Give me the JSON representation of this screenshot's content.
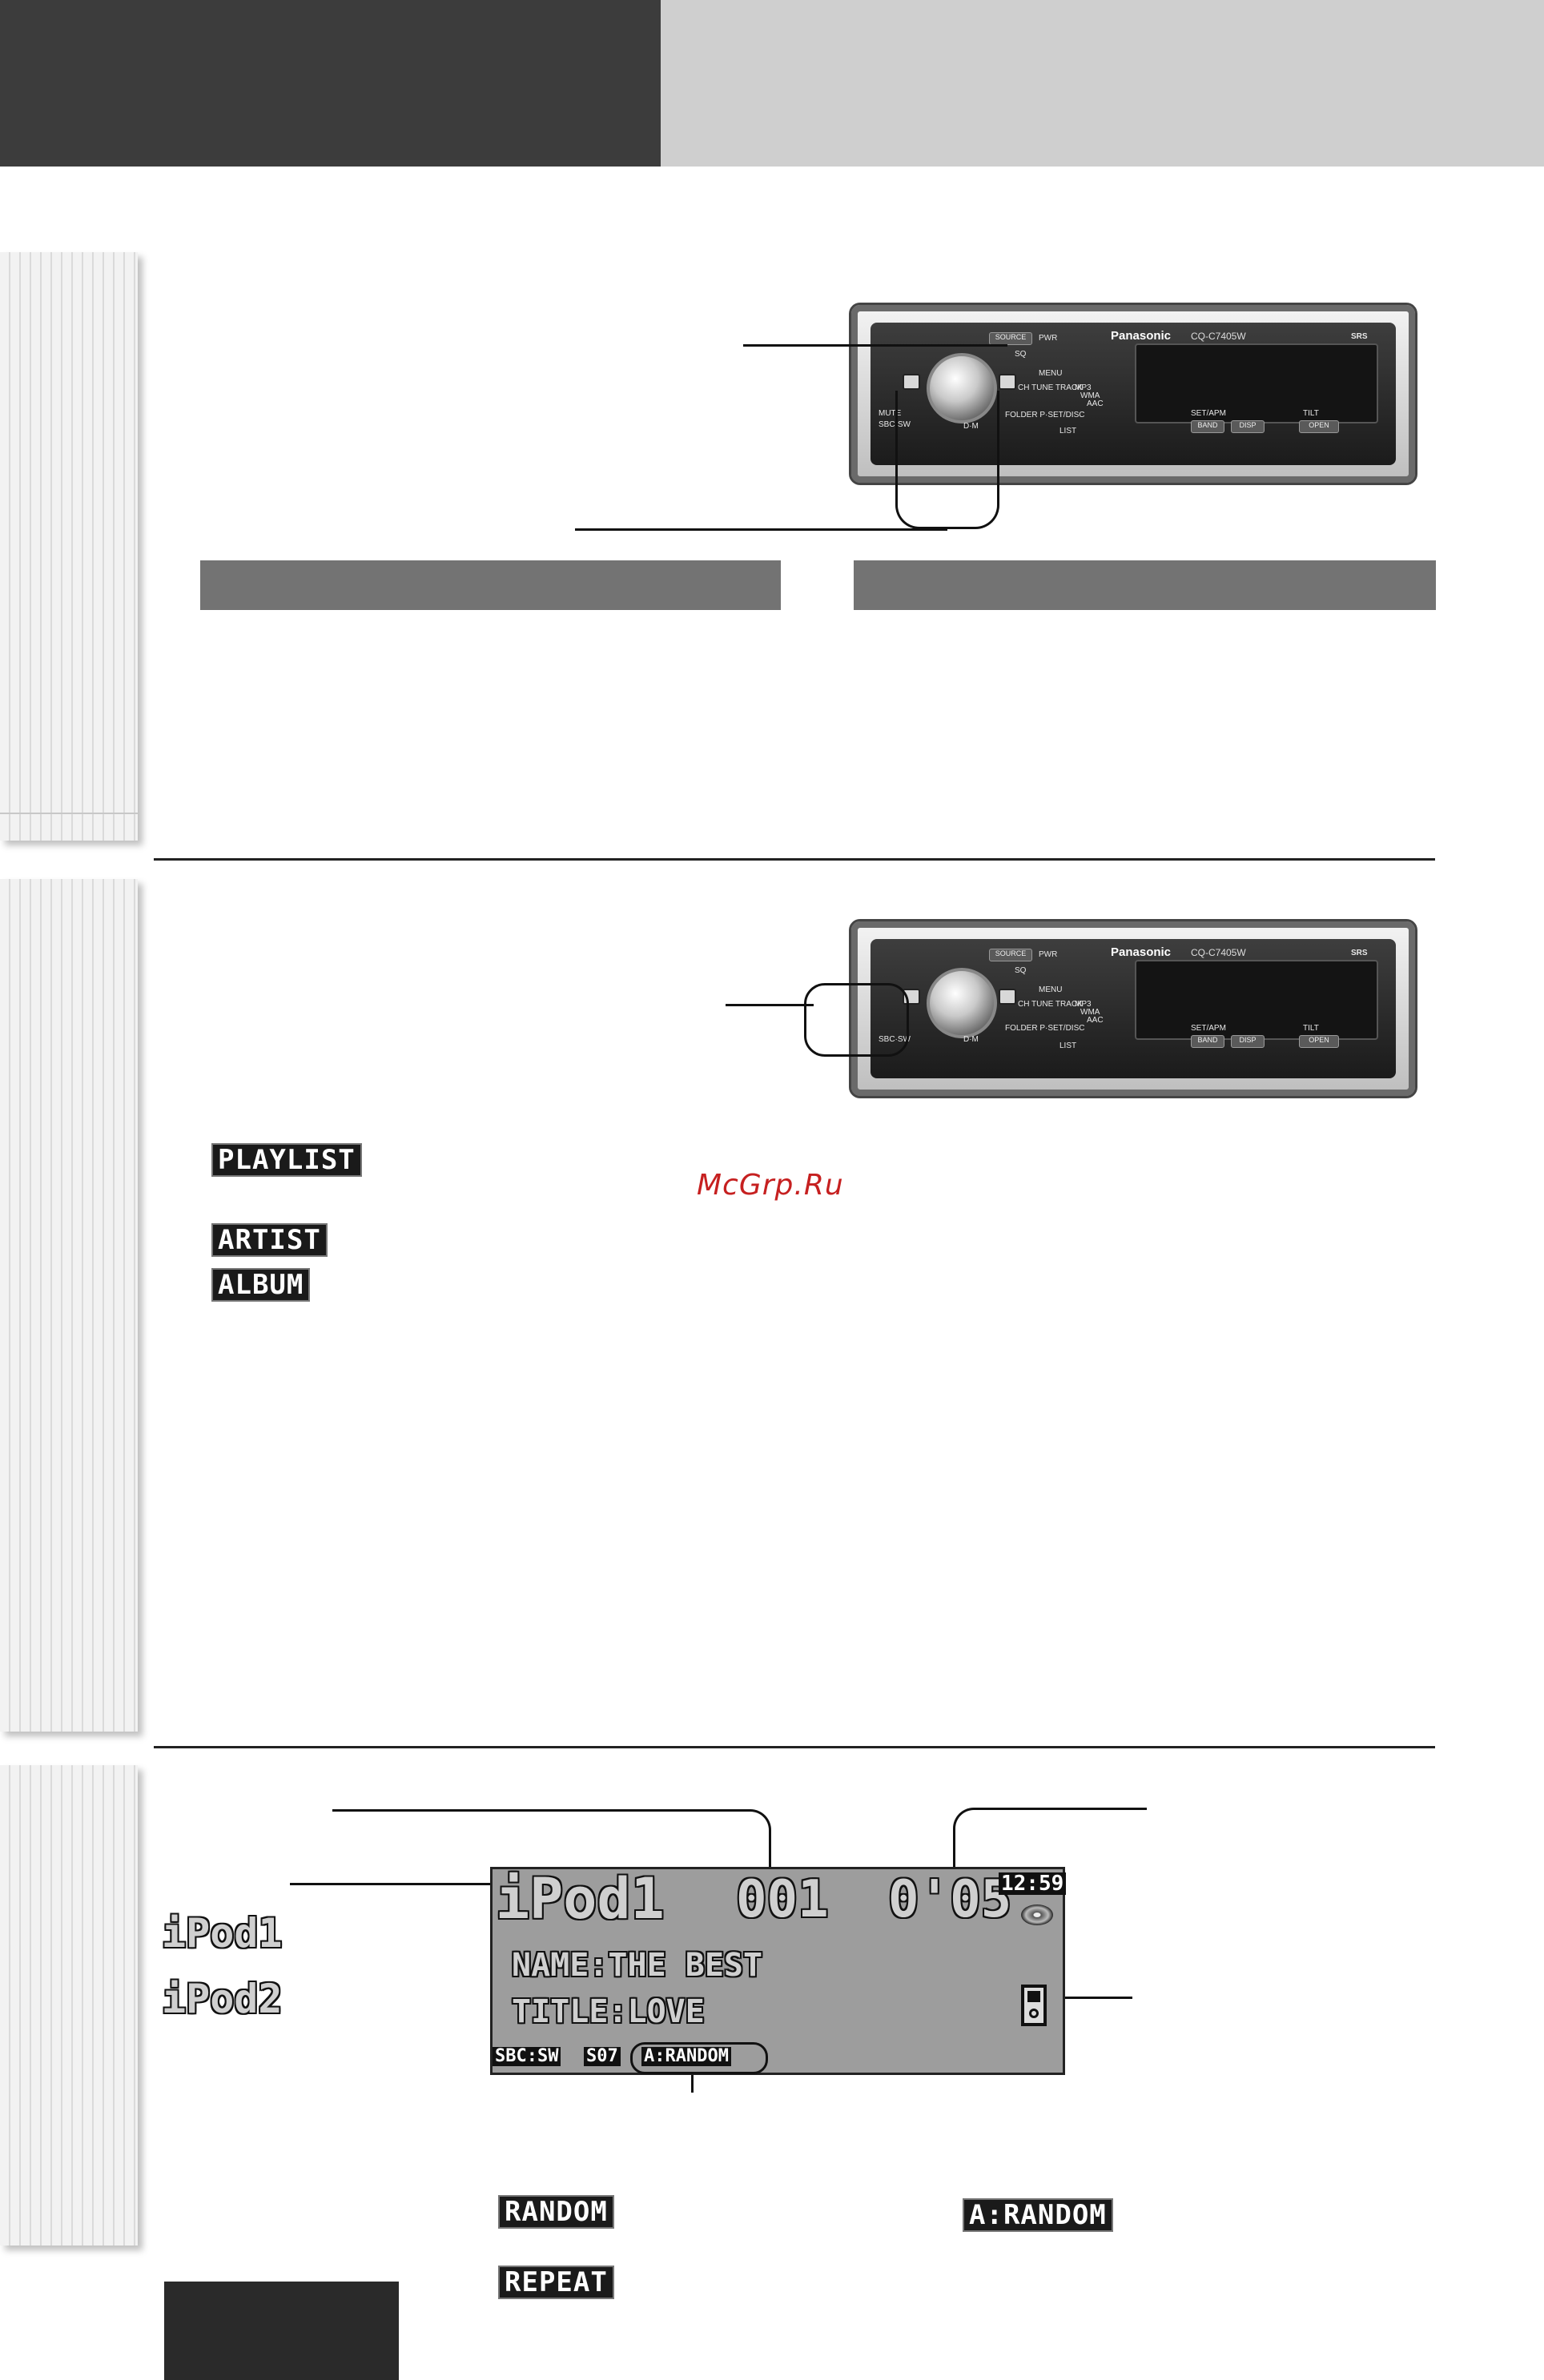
{
  "watermark": "McGrp.Ru",
  "stereo": {
    "brand": "Panasonic",
    "model": "CQ-C7405W",
    "labels": {
      "source": "SOURCE",
      "pwr": "PWR",
      "sq": "SQ",
      "menu": "MENU",
      "mp3": "MP3",
      "wma": "WMA",
      "aac": "AAC",
      "tune_track": "CH TUNE TRACK",
      "folder": "FOLDER P·SET/DISC",
      "list": "LIST",
      "dm": "D·M",
      "sbc": "SBC·SW",
      "mute": "MUTE",
      "set_apm": "SET/APM",
      "band": "BAND",
      "disp": "DISP",
      "tilt": "TILT",
      "open": "OPEN",
      "srs": "SRS"
    }
  },
  "modes": {
    "playlist": "PLAYLIST",
    "artist": "ARTIST",
    "album": "ALBUM"
  },
  "display": {
    "source": "iPod1",
    "track": "001",
    "time": "0'05",
    "clock": "12:59",
    "name_line": "NAME:THE BEST",
    "title_line": "TITLE:LOVE",
    "sbc": "SBC:SW",
    "s07": "S07",
    "mode": "A:RANDOM"
  },
  "source_options": [
    "iPod1",
    "iPod2"
  ],
  "play_modes": {
    "random": "RANDOM",
    "album_random": "A:RANDOM",
    "repeat": "REPEAT"
  }
}
